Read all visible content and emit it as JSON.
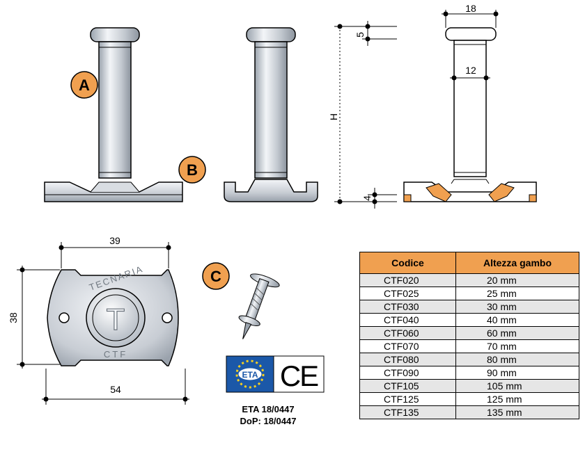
{
  "labels": {
    "a": "A",
    "b": "B",
    "c": "C"
  },
  "dimensions": {
    "top_width": "18",
    "top_height": "5",
    "shank_diameter": "12",
    "height": "H",
    "base_thickness": "4",
    "plate_width": "39",
    "plate_height": "38",
    "plate_length": "54"
  },
  "plate_text": {
    "brand": "TECNARIA",
    "model": "CTF",
    "letter": "T"
  },
  "badges": {
    "eta": "ETA",
    "ce": "CE"
  },
  "certification": {
    "eta": "ETA 18/0447",
    "dop": "DoP: 18/0447"
  },
  "table": {
    "headers": [
      "Codice",
      "Altezza gambo"
    ],
    "rows": [
      [
        "CTF020",
        "20 mm"
      ],
      [
        "CTF025",
        "25 mm"
      ],
      [
        "CTF030",
        "30 mm"
      ],
      [
        "CTF040",
        "40 mm"
      ],
      [
        "CTF060",
        "60 mm"
      ],
      [
        "CTF070",
        "70 mm"
      ],
      [
        "CTF080",
        "80 mm"
      ],
      [
        "CTF090",
        "90 mm"
      ],
      [
        "CTF105",
        "105 mm"
      ],
      [
        "CTF125",
        "125 mm"
      ],
      [
        "CTF135",
        "135 mm"
      ]
    ]
  },
  "colors": {
    "accent": "#f0a050",
    "metal_light": "#eef1f5",
    "metal_dark": "#9aa3ad"
  }
}
